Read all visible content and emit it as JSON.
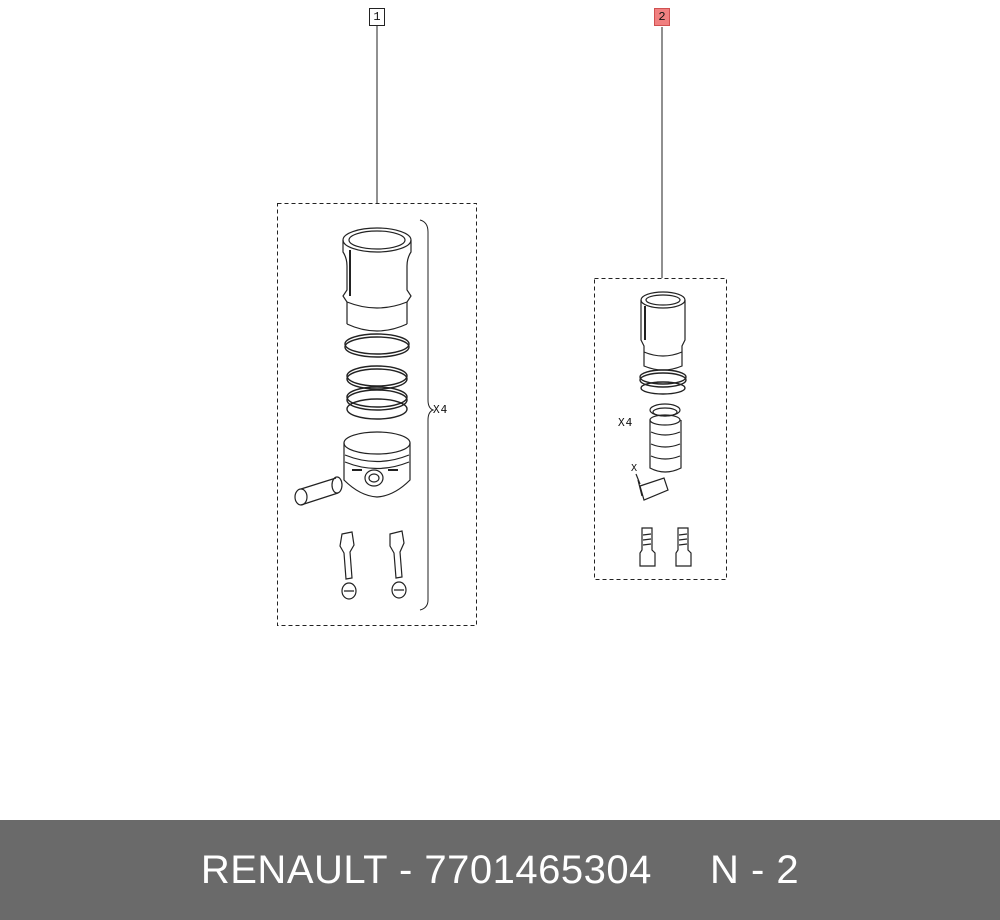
{
  "callouts": [
    {
      "label": "1",
      "highlighted": false
    },
    {
      "label": "2",
      "highlighted": true
    }
  ],
  "kit1": {
    "quantity": "X4"
  },
  "kit2": {
    "quantity": "X4",
    "pin_mark": "X"
  },
  "footer": {
    "text": "RENAULT - 7701465304     N - 2"
  },
  "colors": {
    "highlight": "#f08080",
    "footer_bg": "#6a6a6a",
    "footer_text": "#ffffff",
    "line": "#222222"
  }
}
